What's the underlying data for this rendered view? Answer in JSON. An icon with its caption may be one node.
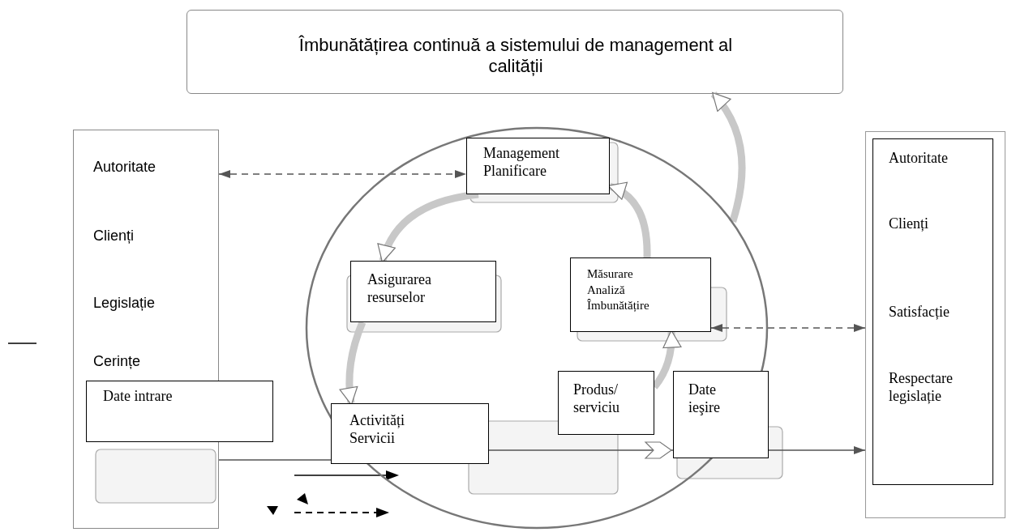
{
  "diagram": {
    "nodes": [
      {
        "text": [
          "Îmbunătățirea continuă a sistemului de management al calității"
        ]
      },
      {
        "text": [
          "Autoritate",
          "Clienți",
          "Legislație",
          "Cerințe"
        ]
      },
      {
        "text": [
          "Date intrare"
        ]
      },
      {
        "text": [],
        "shape": "circle"
      },
      {
        "text": [
          "Management Planificare"
        ],
        "in": 3
      },
      {
        "text": [
          "Asigurarea resurselor"
        ],
        "in": 3
      },
      {
        "text": [
          "Măsurare Analiză Îmbunătățire"
        ],
        "in": 3
      },
      {
        "text": [
          "Activități Servicii"
        ],
        "in": 3
      },
      {
        "text": [
          "Produs/ serviciu"
        ],
        "in": 3
      },
      {
        "text": [
          "Date ieşire"
        ],
        "in": 3
      },
      {
        "text": [
          "Autoritate",
          "Clienți",
          "Satisfacție",
          "Respectare legislație"
        ]
      }
    ],
    "edges": [
      {
        "from": 1,
        "to": 4,
        "arrow": "both",
        "style": "dashed"
      },
      {
        "from": 6,
        "to": 10,
        "arrow": "both",
        "style": "dashed"
      },
      {
        "from": 1,
        "to": 7,
        "arrow": "none"
      },
      {
        "from": 7,
        "to": 9,
        "arrow": "to"
      },
      {
        "from": 9,
        "to": 10,
        "arrow": "to"
      },
      {
        "from": 4,
        "to": 5,
        "arrow": "to",
        "style": "thick",
        "color": "#c8c8c8"
      },
      {
        "from": 5,
        "to": 7,
        "arrow": "to",
        "style": "thick",
        "color": "#c8c8c8"
      },
      {
        "from": 8,
        "to": 6,
        "arrow": "to",
        "style": "thick",
        "color": "#c8c8c8"
      },
      {
        "from": 6,
        "to": 4,
        "arrow": "to",
        "style": "thick",
        "color": "#c8c8c8"
      },
      {
        "from": 3,
        "to": 0,
        "arrow": "to",
        "style": "thick",
        "color": "#c8c8c8"
      }
    ]
  }
}
